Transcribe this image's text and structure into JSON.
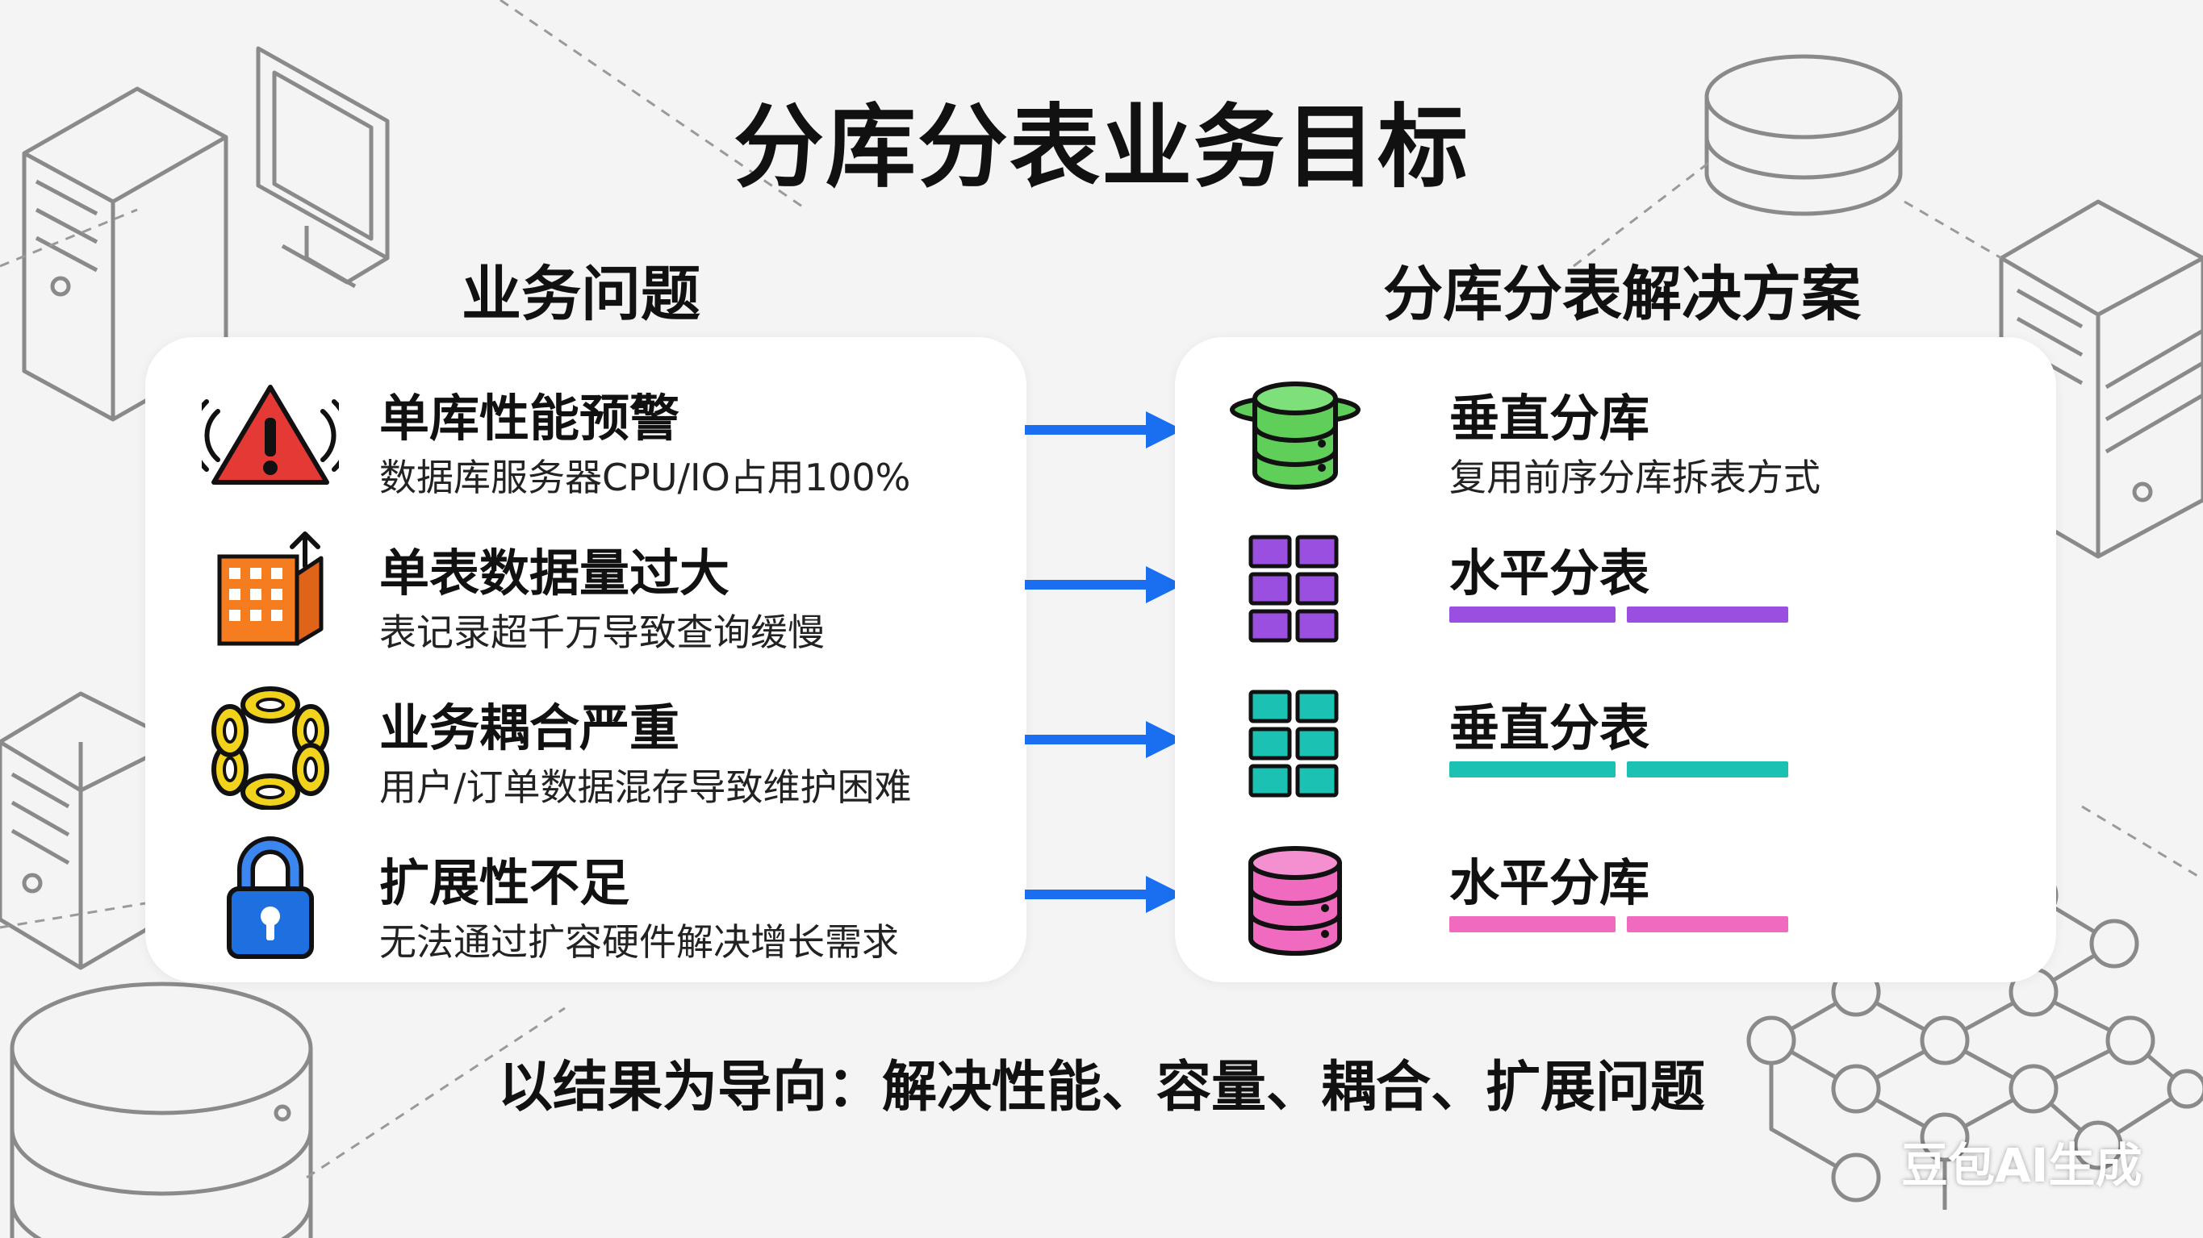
{
  "title": "分库分表业务目标",
  "problems": {
    "heading": "业务问题",
    "items": [
      {
        "title": "单库性能预警",
        "desc": "数据库服务器CPU/IO占用100%",
        "icon": "warning-icon"
      },
      {
        "title": "单表数据量过大",
        "desc": "表记录超千万导致查询缓慢",
        "icon": "building-growth-icon"
      },
      {
        "title": "业务耦合严重",
        "desc": "用户/订单数据混存导致维护困难",
        "icon": "chain-icon"
      },
      {
        "title": "扩展性不足",
        "desc": "无法通过扩容硬件解决增长需求",
        "icon": "lock-icon"
      }
    ]
  },
  "solutions": {
    "heading": "分库分表解决方案",
    "items": [
      {
        "title": "垂直分库",
        "desc": "复用前序分库拆表方式",
        "icon": "database-icon",
        "color": "#5fcf5a"
      },
      {
        "title": "水平分表",
        "icon": "grid-icon",
        "color": "#9b4fe0"
      },
      {
        "title": "垂直分表",
        "icon": "grid-icon",
        "color": "#1bc2b4"
      },
      {
        "title": "水平分库",
        "icon": "database-icon",
        "color": "#f06bbf"
      }
    ]
  },
  "colors": {
    "arrow": "#1a6ff0",
    "warning": "#e53935",
    "orange": "#f57c1f",
    "chain": "#f2d31b",
    "lock": "#1e6fe0"
  },
  "footer": "以结果为导向：解决性能、容量、耦合、扩展问题",
  "watermark": "豆包AI生成"
}
